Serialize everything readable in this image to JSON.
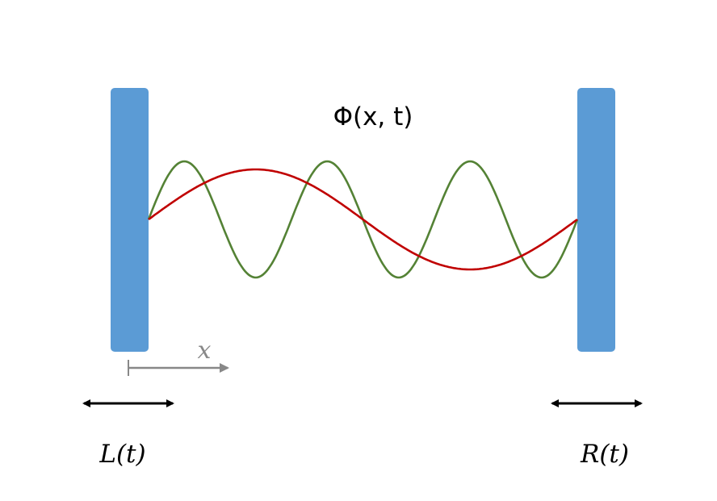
{
  "labels": {
    "field": "Φ(x, t)",
    "axis": "x",
    "left_motion": "L(t)",
    "right_motion": "R(t)"
  },
  "colors": {
    "mirror": "#5b9bd5",
    "mode_low": "#c00000",
    "mode_high": "#548235",
    "axis_arrow": "#888888",
    "motion_arrow": "#000000"
  }
}
